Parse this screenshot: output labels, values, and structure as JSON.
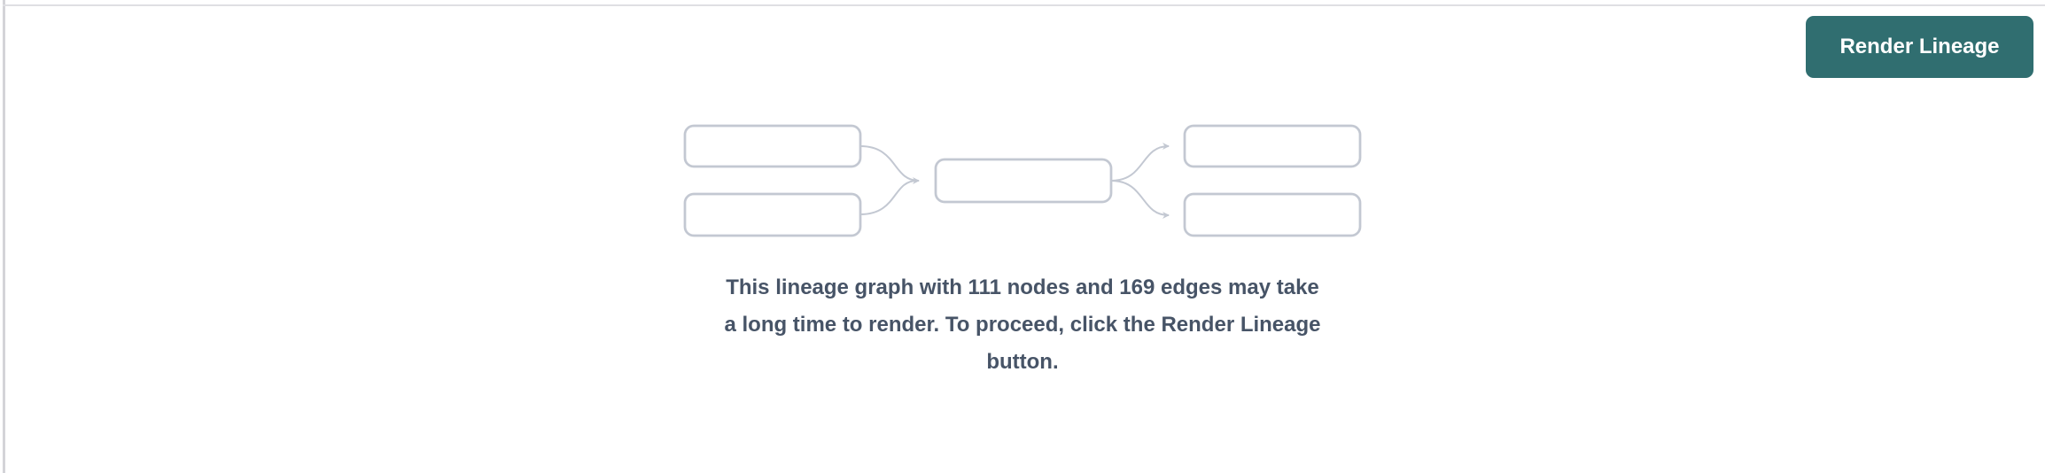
{
  "toolbar": {
    "render_button_label": "Render Lineage"
  },
  "empty_state": {
    "message_lines": [
      "This lineage graph with 111 nodes and 169 edges may take",
      "a long time to render. To proceed, click the Render Lineage",
      "button."
    ],
    "message_full": "This lineage graph with 111 nodes and 169 edges may take a long time to render. To proceed, click the Render Lineage button.",
    "node_count": "111",
    "edge_count": "169",
    "diagram": {
      "description": "placeholder lineage graph: two source boxes converging into one middle box, diverging into two target boxes",
      "box_count": 5,
      "edge_count": 4
    }
  },
  "colors": {
    "accent_teal": "#306e70",
    "button_text": "#ffffff",
    "message_text": "#475467",
    "diagram_stroke": "#c3c8d2",
    "divider_top": "#dfdfe3",
    "divider_left": "#d4d4d8"
  }
}
